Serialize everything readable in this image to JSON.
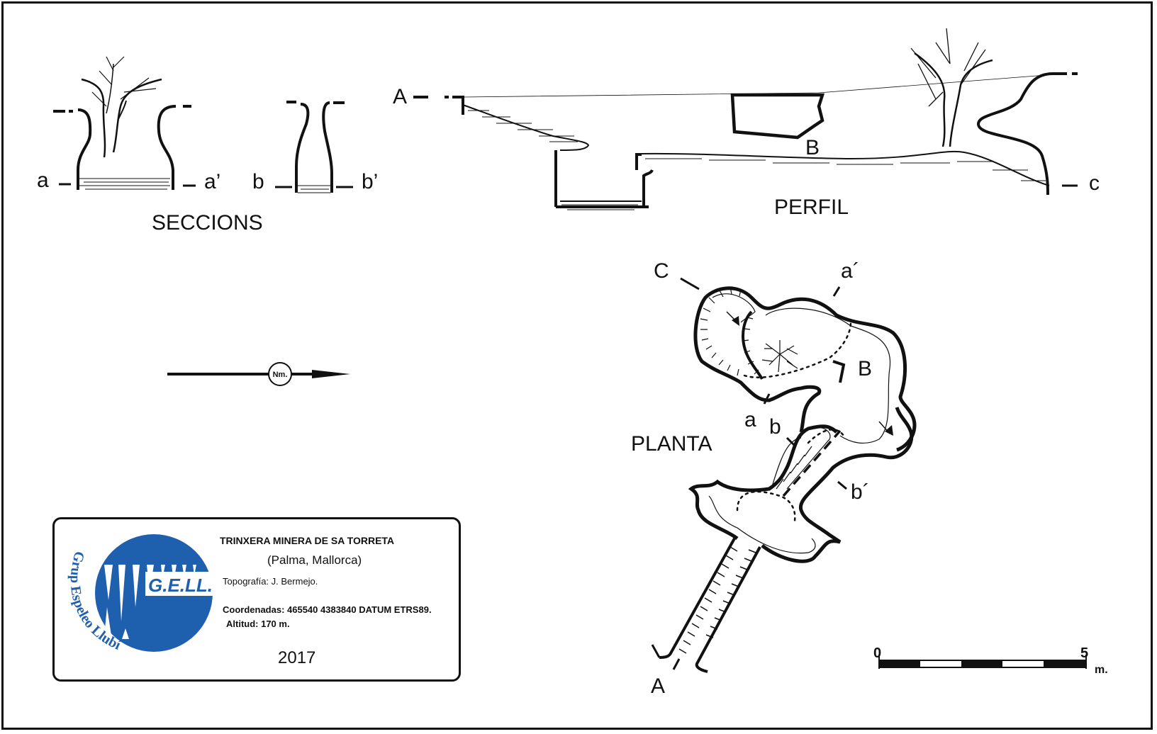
{
  "labels": {
    "seccions": "SECCIONS",
    "perfil": "PERFIL",
    "planta": "PLANTA",
    "north": "Nm."
  },
  "section_marks": {
    "A": "A",
    "B": "B",
    "C": "C",
    "a": "a",
    "a_prime": "a’",
    "b": "b",
    "b_prime": "b’",
    "c": "c",
    "plan_a_prime": "a´",
    "plan_b_prime": "b´"
  },
  "title_block": {
    "title": "TRINXERA MINERA DE SA TORRETA",
    "place": "(Palma, Mallorca)",
    "topography": "Topografía: J. Bermejo.",
    "coordinates": "Coordenadas: 465540 4383840 DATUM ETRS89.",
    "altitude": "Altitud: 170 m.",
    "year": "2017",
    "logo_text": "G.E.LL.",
    "logo_arc_text": "Grup Espeleo Llubí"
  },
  "scale": {
    "start": "0",
    "end": "5",
    "unit": "m."
  },
  "colors": {
    "ink": "#111111",
    "logo_blue": "#1e5fae"
  }
}
